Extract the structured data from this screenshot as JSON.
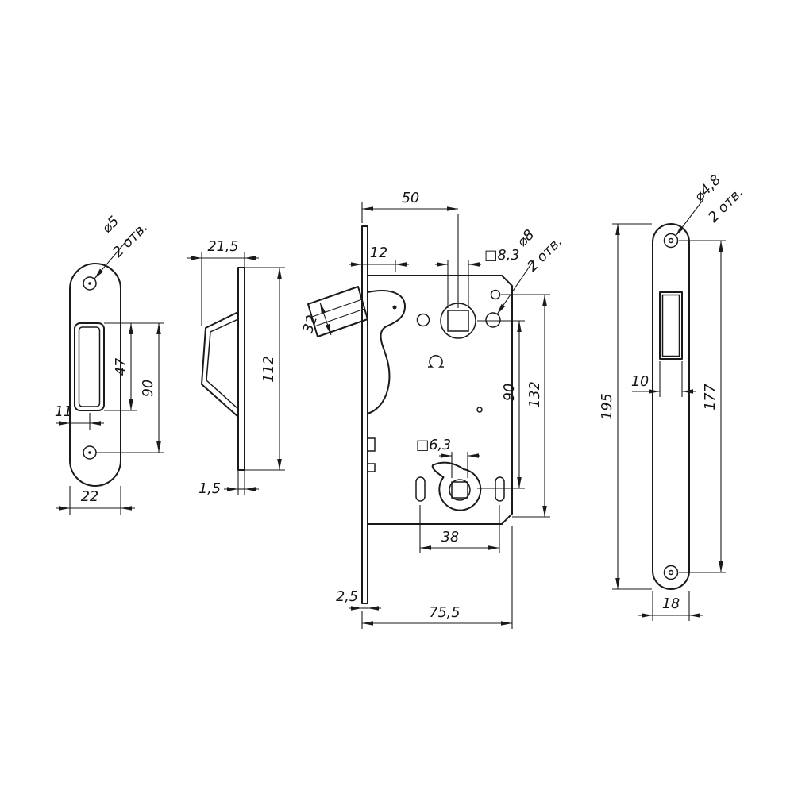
{
  "meta": {
    "background": "#ffffff",
    "line_color": "#1a1a1a",
    "drawing_type": "mortise lock technical drawing"
  },
  "views": {
    "strike_front": {
      "dims": {
        "dia5": "⌀5",
        "holes2": "2 отв.",
        "d90": "90",
        "d47": "47",
        "d11": "11",
        "d22": "22"
      }
    },
    "strike_side": {
      "dims": {
        "d21_5": "21,5",
        "d112": "112",
        "d1_5": "1,5"
      }
    },
    "lock_body": {
      "dims": {
        "d50": "50",
        "d12": "12",
        "d32": "32",
        "dia8": "⌀8",
        "holes2": "2 отв.",
        "sq8_3": "□8,3",
        "d132": "132",
        "d90": "90",
        "sq6_3": "□6,3",
        "d38": "38",
        "d2_5": "2,5",
        "d75_5": "75,5"
      }
    },
    "faceplate": {
      "dims": {
        "dia4_8": "⌀4,8",
        "holes2": "2 отв.",
        "d10": "10",
        "d177": "177",
        "d195": "195",
        "d18": "18"
      }
    }
  }
}
